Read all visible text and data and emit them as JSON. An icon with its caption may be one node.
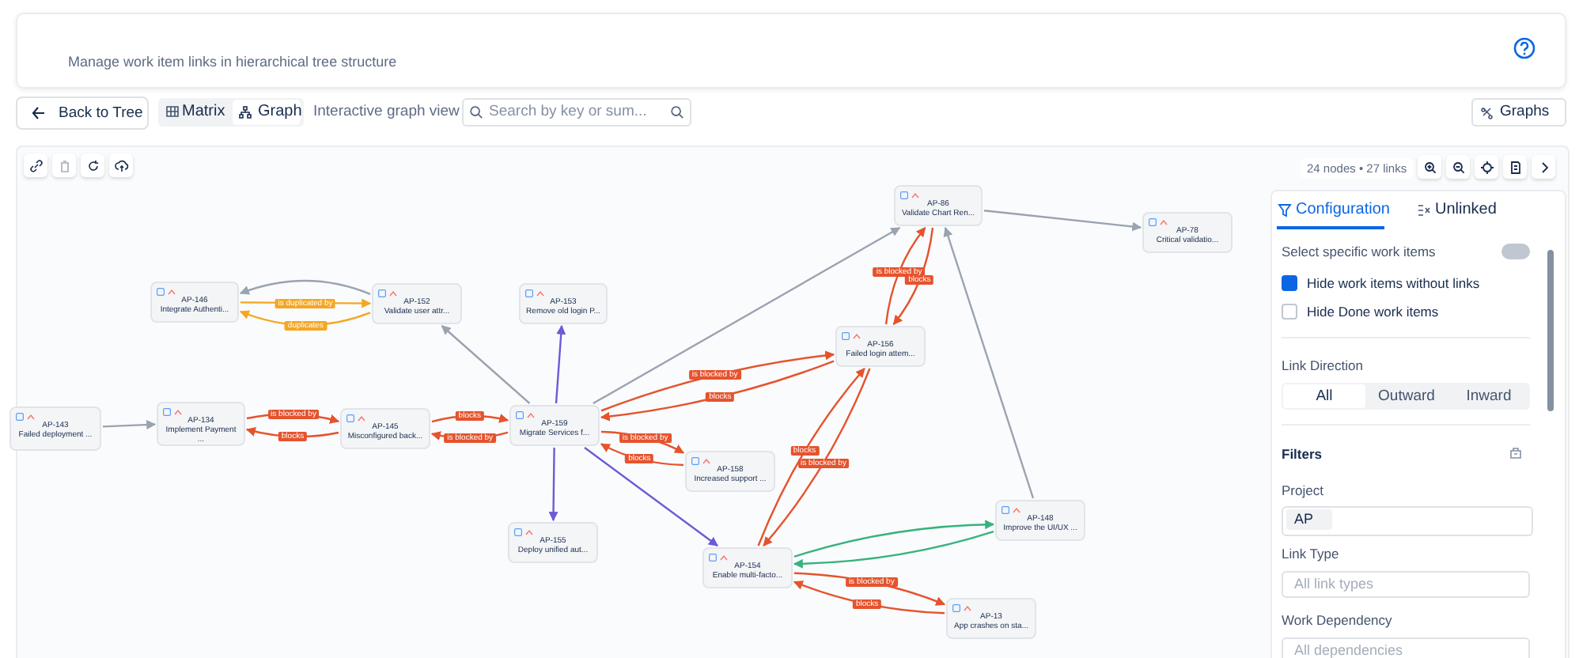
{
  "diagram": {
    "nodes": [
      {
        "text": [
          "AP-143",
          "Failed deployment ..."
        ]
      },
      {
        "text": [
          "AP-134",
          "Implement Payment ..."
        ]
      },
      {
        "text": [
          "AP-145",
          "Misconfigured back..."
        ]
      },
      {
        "text": [
          "AP-159",
          "Migrate Services f..."
        ]
      },
      {
        "text": [
          "AP-146",
          "Integrate Authenti..."
        ]
      },
      {
        "text": [
          "AP-152",
          "Validate user attr..."
        ]
      },
      {
        "text": [
          "AP-153",
          "Remove old login P..."
        ]
      },
      {
        "text": [
          "AP-155",
          "Deploy unified aut..."
        ]
      },
      {
        "text": [
          "AP-158",
          "Increased support ..."
        ]
      },
      {
        "text": [
          "AP-156",
          "Failed login attem..."
        ]
      },
      {
        "text": [
          "AP-86",
          "Validate Chart Ren..."
        ]
      },
      {
        "text": [
          "AP-78",
          "Critical validatio..."
        ]
      },
      {
        "text": [
          "AP-154",
          "Enable multi-facto..."
        ]
      },
      {
        "text": [
          "AP-148",
          "Improve the UI/UX ..."
        ]
      },
      {
        "text": [
          "AP-13",
          "App crashes on sta..."
        ]
      }
    ],
    "edges": [
      {
        "from": 0,
        "to": 1,
        "arrow": "to",
        "color": "#9aa3b0"
      },
      {
        "from": 1,
        "to": 2,
        "arrow": "to",
        "label": "is blocked by"
      },
      {
        "from": 2,
        "to": 1,
        "arrow": "to",
        "label": "blocks"
      },
      {
        "from": 2,
        "to": 3,
        "arrow": "to",
        "label": "blocks"
      },
      {
        "from": 3,
        "to": 2,
        "arrow": "to",
        "label": "is blocked by"
      },
      {
        "from": 5,
        "to": 4,
        "arrow": "to",
        "color": "#9aa3b0"
      },
      {
        "from": 4,
        "to": 5,
        "arrow": "to",
        "label": "is duplicated by",
        "color": "#f5a623"
      },
      {
        "from": 5,
        "to": 4,
        "arrow": "to",
        "label": "duplicates",
        "color": "#f5a623"
      },
      {
        "from": 3,
        "to": 5,
        "arrow": "to",
        "color": "#9aa3b0"
      },
      {
        "from": 3,
        "to": 6,
        "arrow": "to",
        "color": "#6b5bd6"
      },
      {
        "from": 3,
        "to": 7,
        "arrow": "to",
        "color": "#6b5bd6"
      },
      {
        "from": 3,
        "to": 12,
        "arrow": "to",
        "color": "#6b5bd6"
      },
      {
        "from": 3,
        "to": 10,
        "arrow": "to",
        "color": "#9aa3b0"
      },
      {
        "from": 3,
        "to": 9,
        "arrow": "to",
        "label": "is blocked by"
      },
      {
        "from": 9,
        "to": 3,
        "arrow": "to",
        "label": "blocks"
      },
      {
        "from": 3,
        "to": 8,
        "arrow": "to",
        "label": "is blocked by"
      },
      {
        "from": 8,
        "to": 3,
        "arrow": "to",
        "label": "blocks"
      },
      {
        "from": 9,
        "to": 12,
        "arrow": "to",
        "label": "is blocked by"
      },
      {
        "from": 12,
        "to": 9,
        "arrow": "to",
        "label": "blocks"
      },
      {
        "from": 9,
        "to": 10,
        "arrow": "to",
        "label": "is blocked by"
      },
      {
        "from": 10,
        "to": 9,
        "arrow": "to",
        "label": "blocks"
      },
      {
        "from": 10,
        "to": 11,
        "arrow": "to",
        "color": "#9aa3b0"
      },
      {
        "from": 13,
        "to": 10,
        "arrow": "to",
        "color": "#9aa3b0"
      },
      {
        "from": 12,
        "to": 13,
        "arrow": "to",
        "color": "#36b37e"
      },
      {
        "from": 13,
        "to": 12,
        "arrow": "to",
        "color": "#36b37e"
      },
      {
        "from": 12,
        "to": 14,
        "arrow": "to",
        "label": "is blocked by"
      },
      {
        "from": 14,
        "to": 12,
        "arrow": "to",
        "label": "blocks"
      }
    ],
    "labels": [
      "Manage work item links in hierarchical tree structure",
      "Back to Tree",
      "Matrix",
      "Graph",
      "Interactive graph view",
      "Search by key or sum...",
      "Graphs",
      "24 nodes • 27 links",
      "Configuration",
      "Unlinked",
      "Select specific work items",
      "Hide work items without links",
      "Hide Done work items",
      "Link Direction",
      "All",
      "Outward",
      "Inward",
      "Filters",
      "Project",
      "AP",
      "Link Type",
      "All link types",
      "Work Dependency",
      "All dependencies"
    ]
  }
}
